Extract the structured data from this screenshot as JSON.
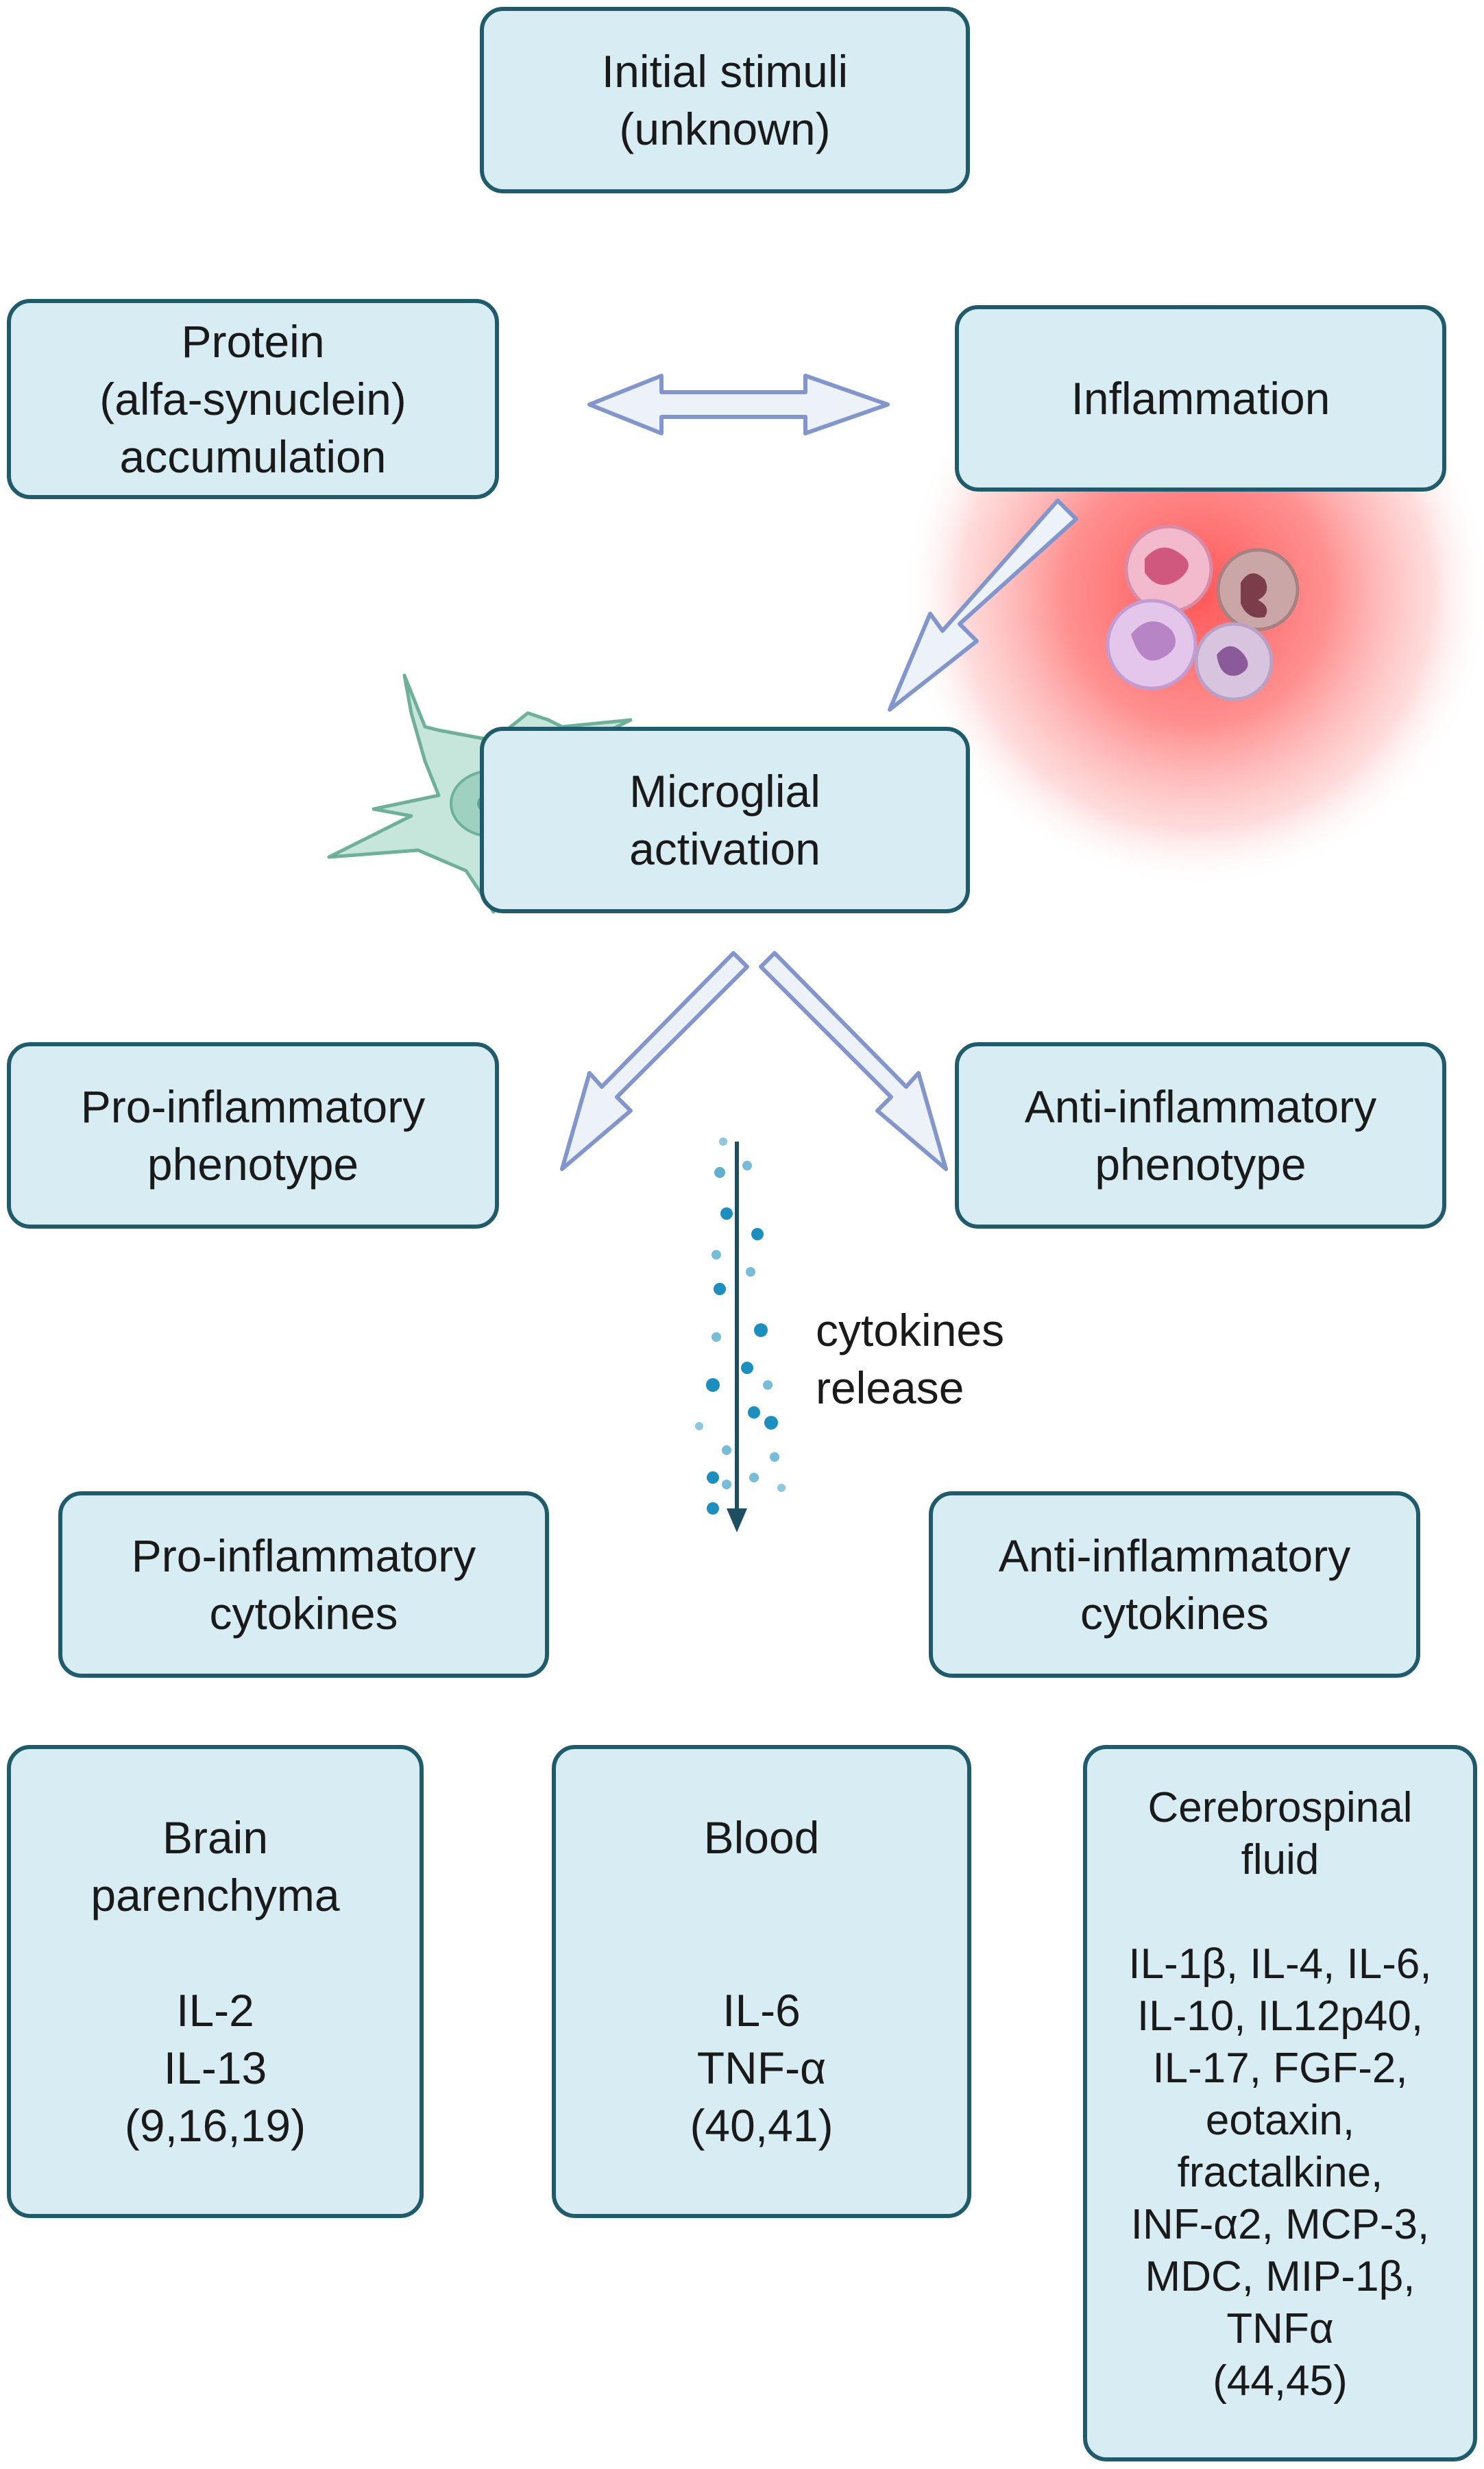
{
  "colors": {
    "box_fill": "#d7edf3",
    "box_border": "#1f5b6b",
    "arrow_fill": "#edf1f8",
    "arrow_stroke": "#8396cc",
    "glow": "#ff5a5a",
    "microglia": "#c6e6dc",
    "cytokine_dots": "#1d8fbf",
    "cytokine_arrow": "#1f4e63"
  },
  "icons": {
    "microglia": "microglial-cell-icon",
    "immune_cells": "immune-cells-icon"
  },
  "boxes": {
    "initial_stimuli": {
      "line1": "Initial stimuli",
      "line2": "(unknown)"
    },
    "protein": {
      "line1": "Protein",
      "line2": "(alfa-synuclein)",
      "line3": "accumulation"
    },
    "inflammation": {
      "line1": "Inflammation"
    },
    "microglial_activation": {
      "line1": "Microglial",
      "line2": "activation"
    },
    "pro_phenotype": {
      "line1": "Pro-inflammatory",
      "line2": "phenotype"
    },
    "anti_phenotype": {
      "line1": "Anti-inflammatory",
      "line2": "phenotype"
    },
    "pro_cytokines": {
      "line1": "Pro-inflammatory",
      "line2": "cytokines"
    },
    "anti_cytokines": {
      "line1": "Anti-inflammatory",
      "line2": "cytokines"
    },
    "brain": {
      "line1": "Brain",
      "line2": "parenchyma",
      "items": [
        "IL-2",
        "IL-13",
        "(9,16,19)"
      ]
    },
    "blood": {
      "line1": "Blood",
      "items": [
        "IL-6",
        "TNF-α",
        "(40,41)"
      ]
    },
    "csf": {
      "line1": "Cerebrospinal",
      "line2": "fluid",
      "items": [
        "IL-1β, IL-4, IL-6,",
        "IL-10, IL12p40,",
        "IL-17, FGF-2,",
        "eotaxin,",
        "fractalkine,",
        "INF-α2, MCP-3,",
        "MDC, MIP-1β,",
        "TNFα",
        "(44,45)"
      ]
    }
  },
  "cytokines_label": {
    "line1": "cytokines",
    "line2": "release"
  }
}
